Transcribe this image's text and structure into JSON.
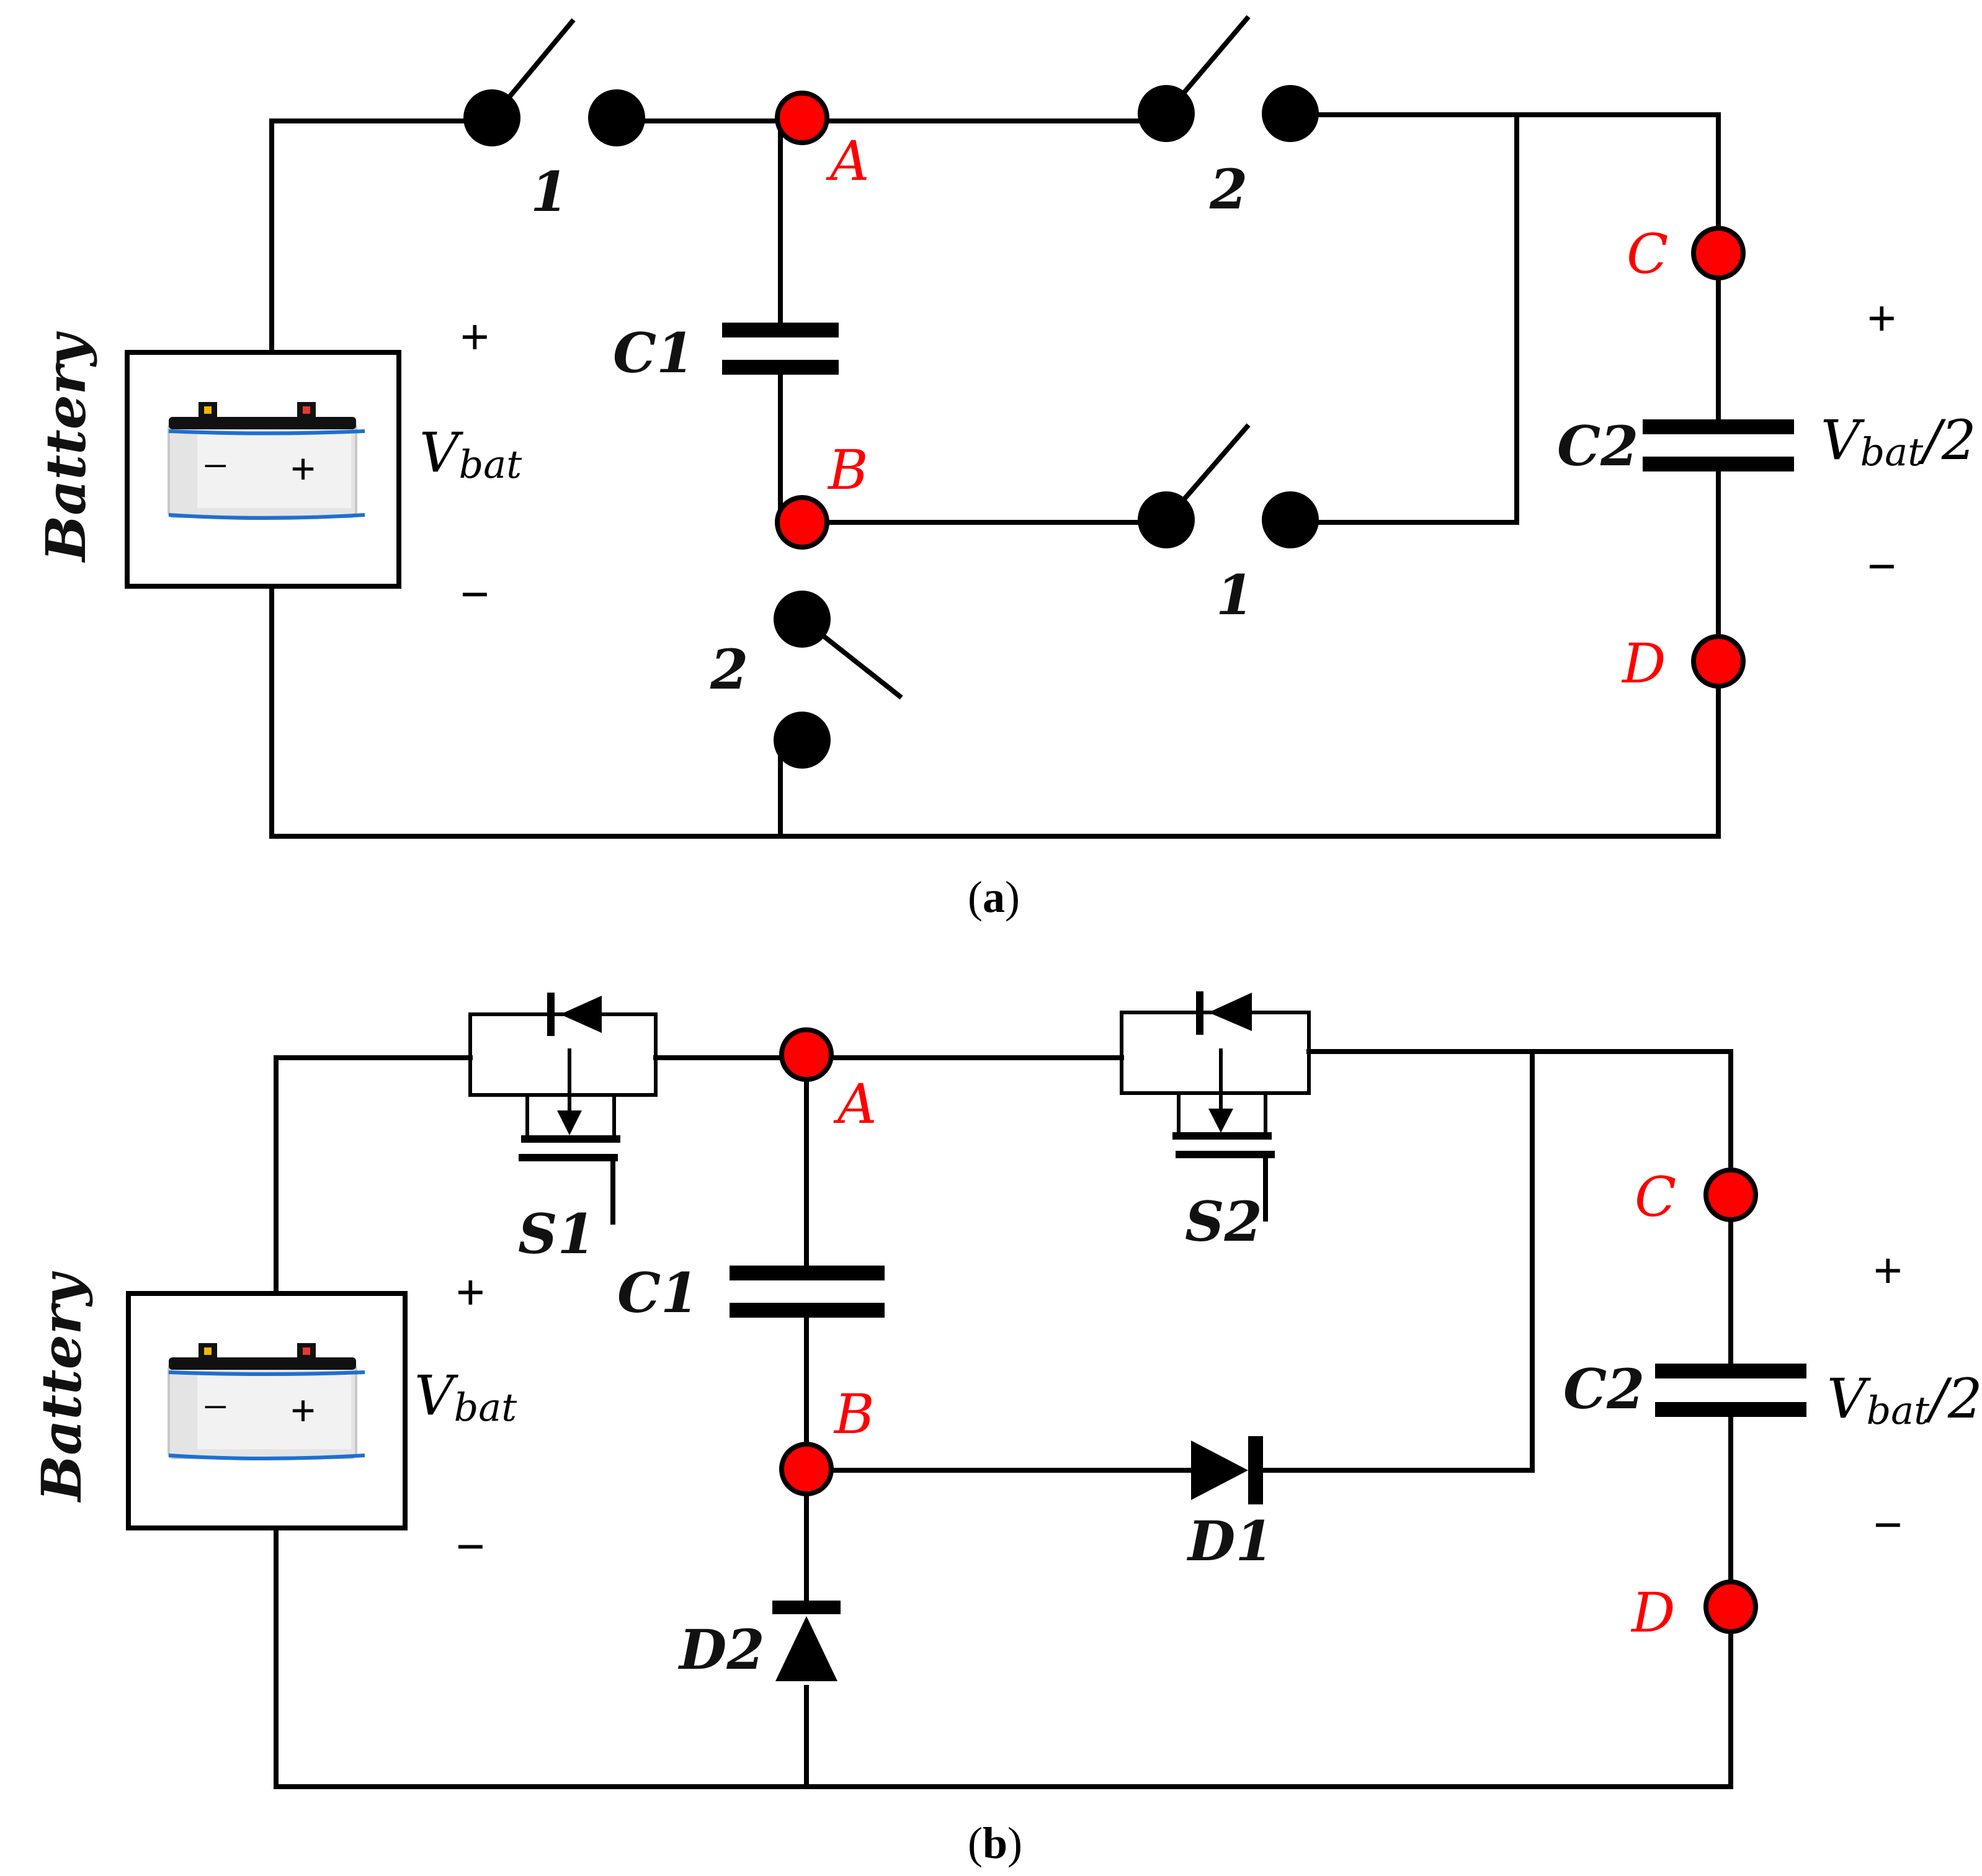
{
  "panel_a": {
    "caption_open": "(",
    "caption_letter": "a",
    "caption_close": ")",
    "battery_label": "Battery",
    "battery_minus": "−",
    "battery_plus": "+",
    "vbat_main": "V",
    "vbat_sub": "bat",
    "plus_left": "+",
    "minus_left": "−",
    "switch_top_left": "1",
    "switch_top_right": "2",
    "switch_mid": "1",
    "switch_bottom": "2",
    "c1": "C1",
    "c2": "C2",
    "node_a": "A",
    "node_b": "B",
    "node_c": "C",
    "node_d": "D",
    "vout_main": "V",
    "vout_sub": "bat",
    "vout_tail": "/2",
    "plus_right": "+",
    "minus_right": "−"
  },
  "panel_b": {
    "caption_open": "(",
    "caption_letter": "b",
    "caption_close": ")",
    "battery_label": "Battery",
    "battery_minus": "−",
    "battery_plus": "+",
    "vbat_main": "V",
    "vbat_sub": "bat",
    "plus_left": "+",
    "minus_left": "−",
    "s1": "S1",
    "s2": "S2",
    "c1": "C1",
    "c2": "C2",
    "d1": "D1",
    "d2": "D2",
    "node_a": "A",
    "node_b": "B",
    "node_c": "C",
    "node_d": "D",
    "vout_main": "V",
    "vout_sub": "bat",
    "vout_tail": "/2",
    "plus_right": "+",
    "minus_right": "−"
  },
  "colors": {
    "wire": "#000000",
    "node_fill": "#ff0000",
    "node_label": "#ff0000",
    "battery_terminal_neg": "#f2b705",
    "battery_terminal_pos": "#e53935",
    "battery_edge": "#1e6fd0"
  }
}
